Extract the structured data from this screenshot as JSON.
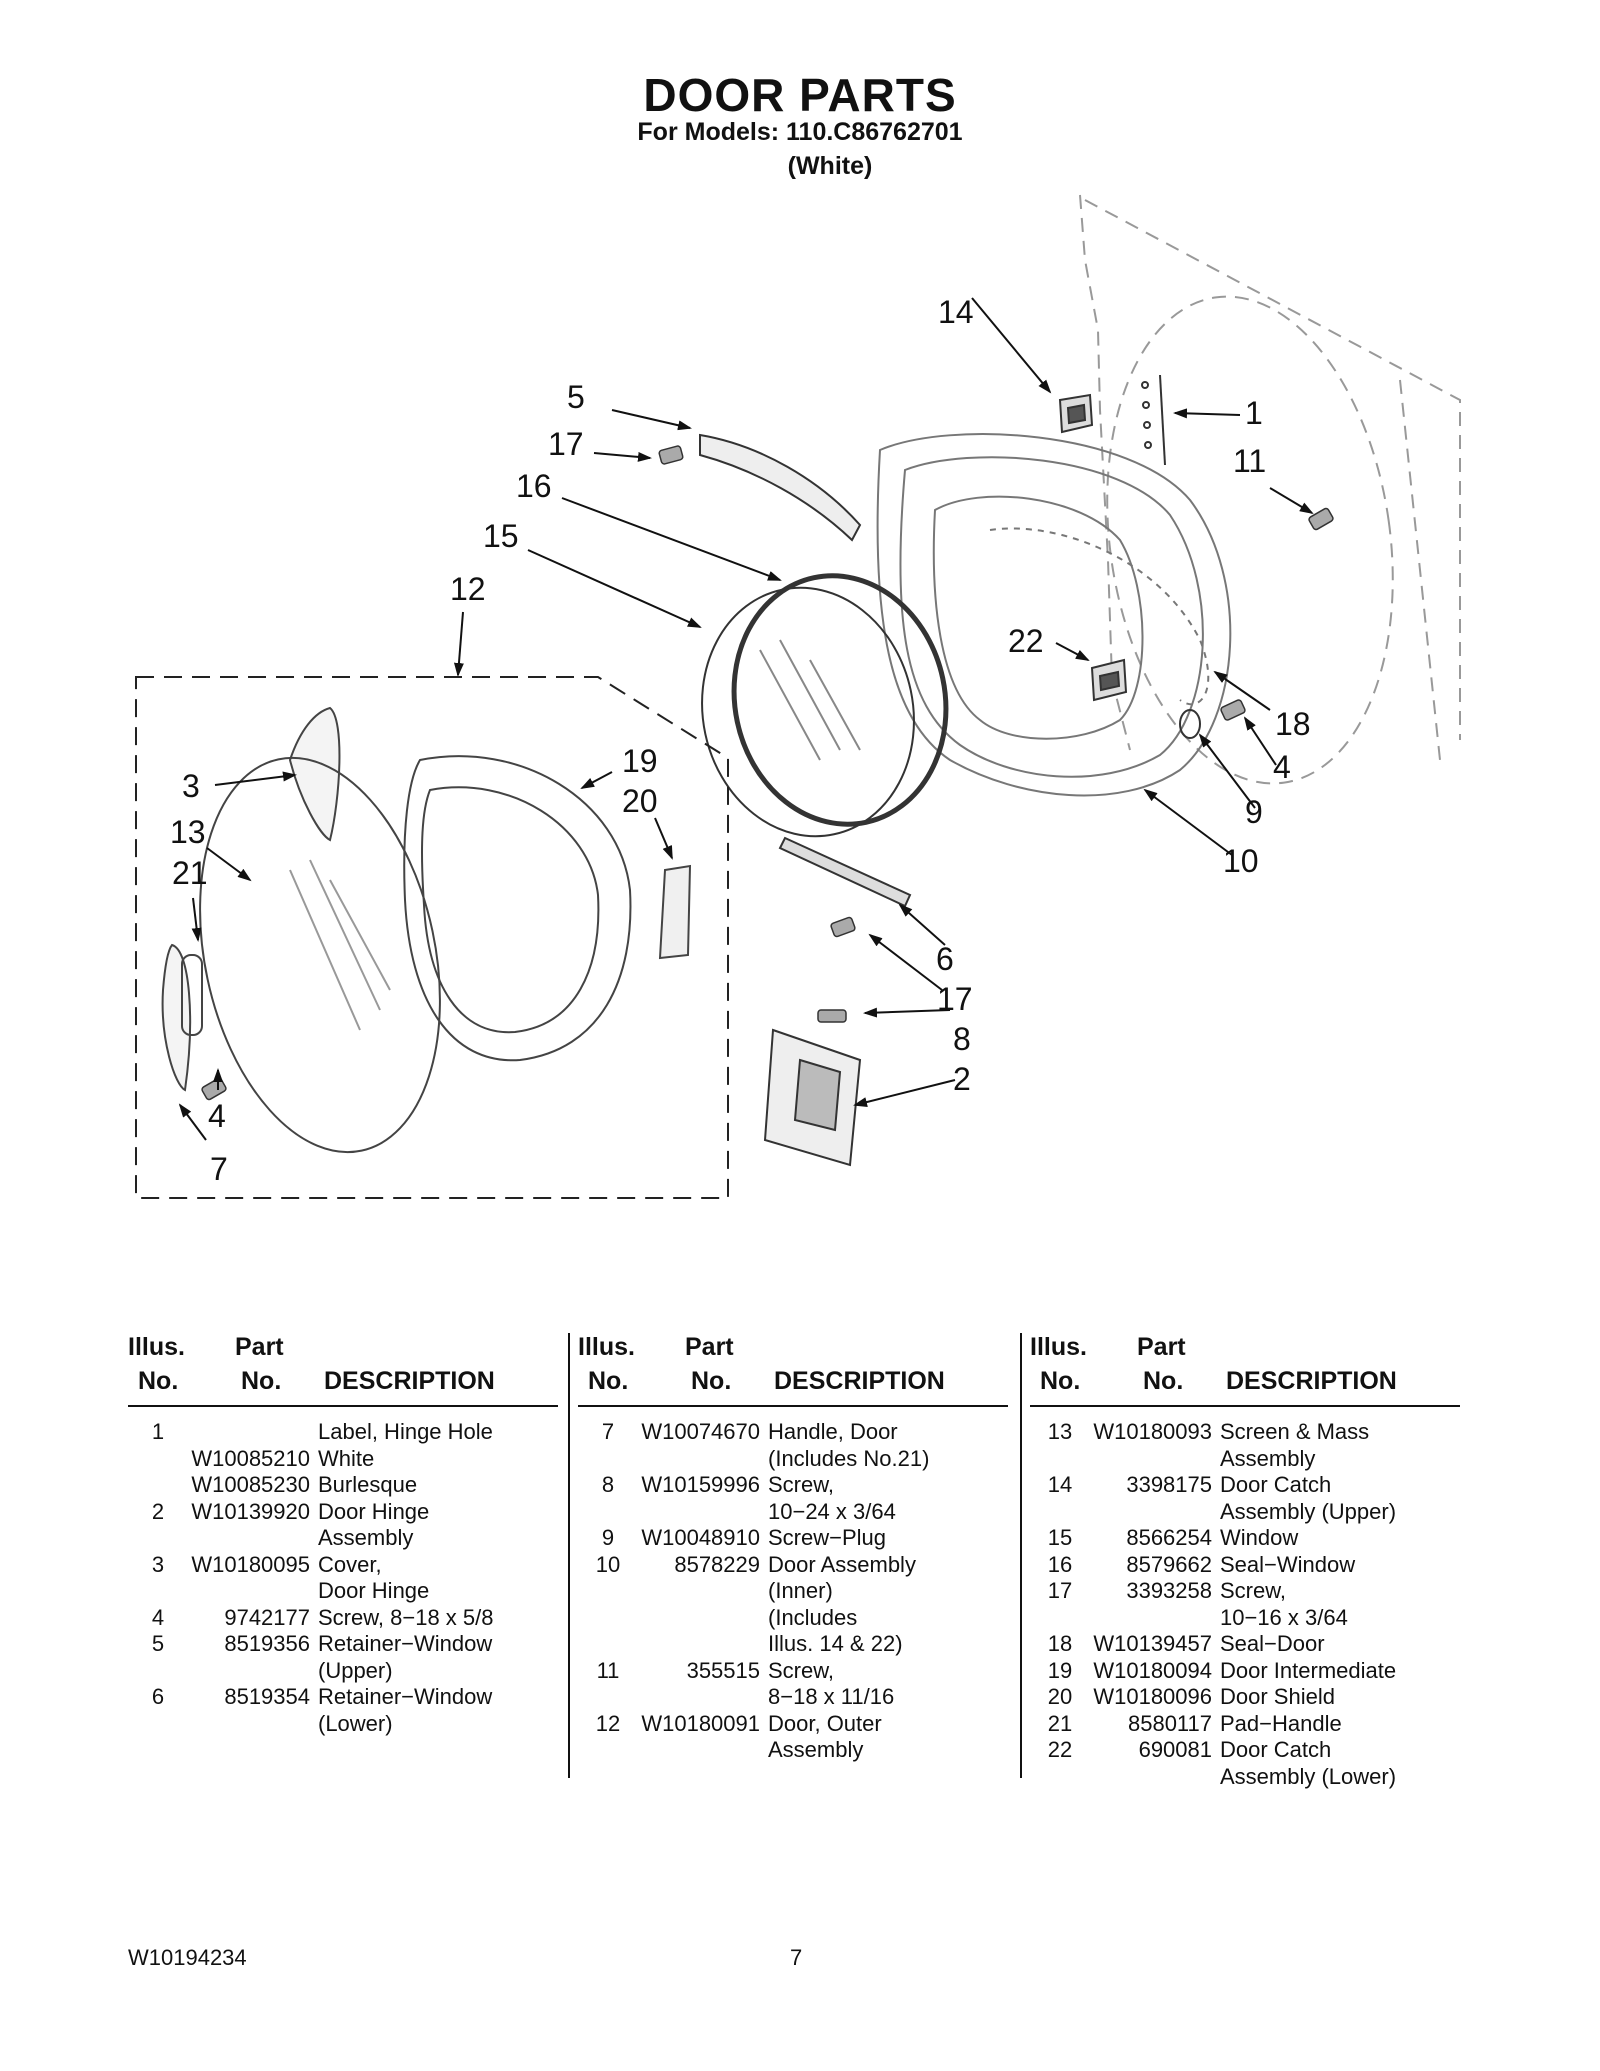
{
  "header": {
    "title": "DOOR PARTS",
    "models": "For Models: 110.C86762701",
    "color": "(White)"
  },
  "callouts": [
    "14",
    "5",
    "17",
    "1",
    "11",
    "16",
    "15",
    "12",
    "22",
    "18",
    "4",
    "9",
    "10",
    "3",
    "19",
    "20",
    "13",
    "21",
    "6",
    "17",
    "8",
    "2",
    "4",
    "7"
  ],
  "columns": {
    "illus": "Illus.",
    "no": "No.",
    "part": "Part",
    "part_no": "No.",
    "description": "DESCRIPTION"
  },
  "tables": [
    {
      "rows": [
        {
          "illus": "1",
          "part": "",
          "desc": "Label, Hinge Hole"
        },
        {
          "illus": "",
          "part": "W10085210",
          "desc": "White"
        },
        {
          "illus": "",
          "part": "W10085230",
          "desc": "Burlesque"
        },
        {
          "illus": "2",
          "part": "W10139920",
          "desc": "Door Hinge"
        },
        {
          "illus": "",
          "part": "",
          "desc": "Assembly"
        },
        {
          "illus": "3",
          "part": "W10180095",
          "desc": "Cover,"
        },
        {
          "illus": "",
          "part": "",
          "desc": "Door Hinge"
        },
        {
          "illus": "4",
          "part": "9742177",
          "desc": "Screw, 8−18 x 5/8"
        },
        {
          "illus": "5",
          "part": "8519356",
          "desc": "Retainer−Window"
        },
        {
          "illus": "",
          "part": "",
          "desc": "(Upper)"
        },
        {
          "illus": "6",
          "part": "8519354",
          "desc": "Retainer−Window"
        },
        {
          "illus": "",
          "part": "",
          "desc": "(Lower)"
        }
      ]
    },
    {
      "rows": [
        {
          "illus": "7",
          "part": "W10074670",
          "desc": "Handle, Door"
        },
        {
          "illus": "",
          "part": "",
          "desc": "(Includes No.21)"
        },
        {
          "illus": "8",
          "part": "W10159996",
          "desc": "Screw,"
        },
        {
          "illus": "",
          "part": "",
          "desc": "10−24 x 3/64"
        },
        {
          "illus": "9",
          "part": "W10048910",
          "desc": "Screw−Plug"
        },
        {
          "illus": "10",
          "part": "8578229",
          "desc": "Door Assembly"
        },
        {
          "illus": "",
          "part": "",
          "desc": "(Inner)"
        },
        {
          "illus": "",
          "part": "",
          "desc": "(Includes"
        },
        {
          "illus": "",
          "part": "",
          "desc": " Illus. 14 & 22)"
        },
        {
          "illus": "11",
          "part": "355515",
          "desc": "Screw,"
        },
        {
          "illus": "",
          "part": "",
          "desc": "8−18 x 11/16"
        },
        {
          "illus": "12",
          "part": "W10180091",
          "desc": "Door, Outer"
        },
        {
          "illus": "",
          "part": "",
          "desc": "Assembly"
        }
      ]
    },
    {
      "rows": [
        {
          "illus": "13",
          "part": "W10180093",
          "desc": "Screen & Mass"
        },
        {
          "illus": "",
          "part": "",
          "desc": "Assembly"
        },
        {
          "illus": "14",
          "part": "3398175",
          "desc": "Door Catch"
        },
        {
          "illus": "",
          "part": "",
          "desc": "Assembly (Upper)"
        },
        {
          "illus": "15",
          "part": "8566254",
          "desc": "Window"
        },
        {
          "illus": "16",
          "part": "8579662",
          "desc": "Seal−Window"
        },
        {
          "illus": "17",
          "part": "3393258",
          "desc": "Screw,"
        },
        {
          "illus": "",
          "part": "",
          "desc": "10−16 x 3/64"
        },
        {
          "illus": "18",
          "part": "W10139457",
          "desc": "Seal−Door"
        },
        {
          "illus": "19",
          "part": "W10180094",
          "desc": "Door Intermediate"
        },
        {
          "illus": "20",
          "part": "W10180096",
          "desc": "Door Shield"
        },
        {
          "illus": "21",
          "part": "8580117",
          "desc": "Pad−Handle"
        },
        {
          "illus": "22",
          "part": "690081",
          "desc": "Door Catch"
        },
        {
          "illus": "",
          "part": "",
          "desc": "Assembly (Lower)"
        }
      ]
    }
  ],
  "footer": {
    "doc_number": "W10194234",
    "page": "7"
  }
}
